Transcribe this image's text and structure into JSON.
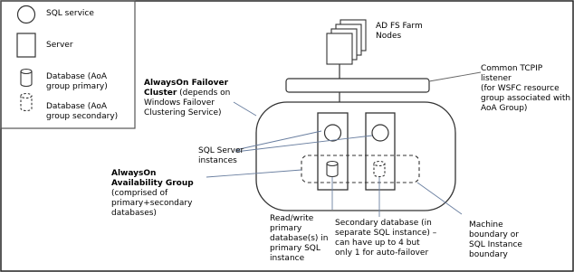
{
  "legend": {
    "sql_service": "SQL service",
    "server": "Server",
    "db_primary": "Database (AoA\ngroup primary)",
    "db_secondary": "Database (AoA\ngroup secondary)"
  },
  "labels": {
    "adfs_nodes": "AD FS Farm\nNodes",
    "tcpip_listener": "Common TCPIP listener\n(for WSFC resource\ngroup associated with\nAoA Group)",
    "cluster_title": "AlwaysOn Failover\nCluster",
    "cluster_desc": " (depends on\nWindows Failover\nClustering Service)",
    "sql_instances": "SQL Server\ninstances",
    "ag_title": "AlwaysOn\nAvailability Group",
    "ag_desc": "(comprised of\nprimary+secondary\ndatabases)",
    "readwrite_db": "Read/write\nprimary\ndatabase(s) in\nprimary SQL\ninstance",
    "secondary_db": "Secondary database (in\nseparate SQL instance) –\ncan have up to 4 but\nonly 1 for auto-failover",
    "machine_boundary": "Machine\nboundary or\nSQL Instance\nboundary"
  }
}
